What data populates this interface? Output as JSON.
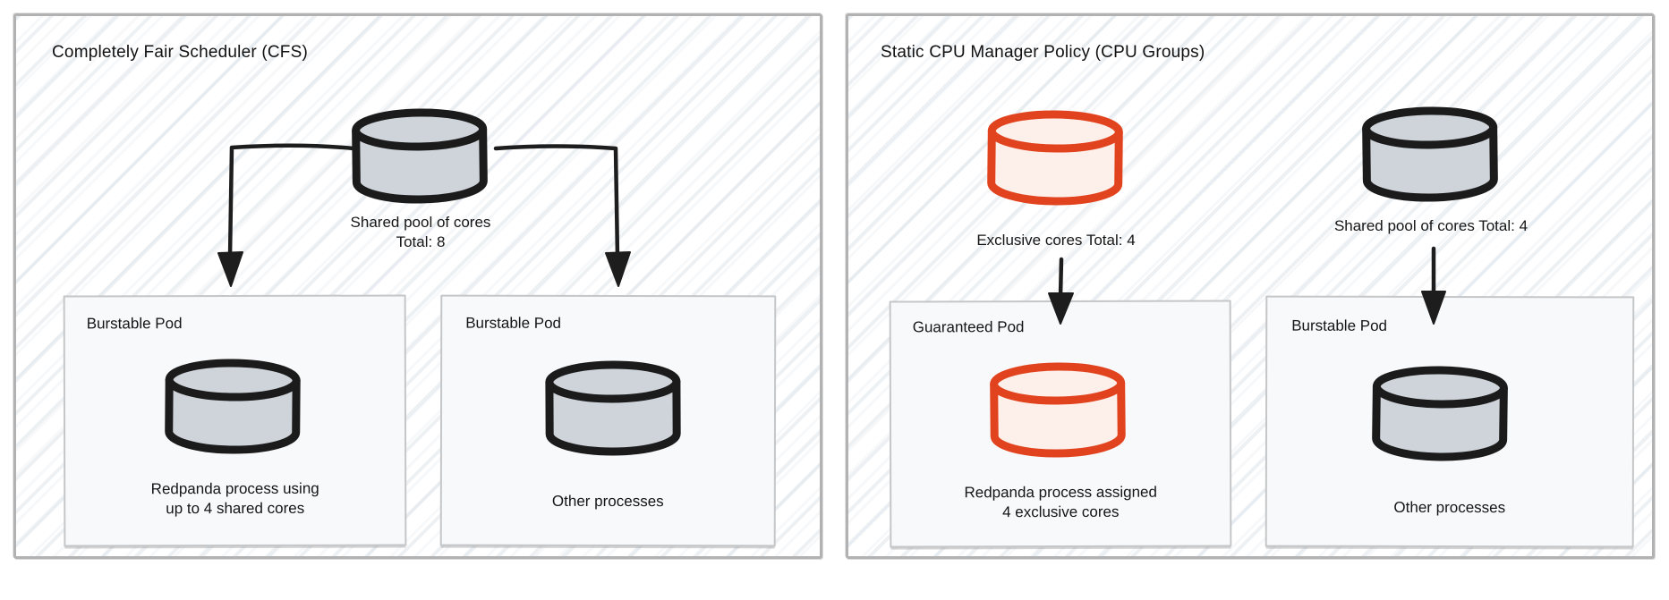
{
  "diagram": {
    "left_panel": {
      "title": "Completely Fair Scheduler (CFS)",
      "pool": {
        "icon": "cylinder-icon",
        "label_line1": "Shared pool of cores",
        "label_line2": "Total: 8"
      },
      "pods": {
        "left": {
          "title": "Burstable Pod",
          "caption_line1": "Redpanda process using",
          "caption_line2": "up to 4 shared cores"
        },
        "right": {
          "title": "Burstable Pod",
          "caption": "Other processes"
        }
      }
    },
    "right_panel": {
      "title": "Static CPU Manager Policy (CPU Groups)",
      "pools": {
        "exclusive": {
          "label": "Exclusive cores Total: 4"
        },
        "shared": {
          "label": "Shared pool of cores Total: 4"
        }
      },
      "pods": {
        "guaranteed": {
          "title": "Guaranteed Pod",
          "caption_line1": "Redpanda process assigned",
          "caption_line2": "4 exclusive cores"
        },
        "burstable": {
          "title": "Burstable Pod",
          "caption": "Other processes"
        }
      }
    },
    "colors": {
      "shared_core_fill": "#ced4da",
      "shared_core_stroke": "#1b1b1b",
      "exclusive_core_fill": "#fdf0ea",
      "exclusive_core_stroke": "#e2431f",
      "arrow": "#1d1d1d"
    }
  }
}
